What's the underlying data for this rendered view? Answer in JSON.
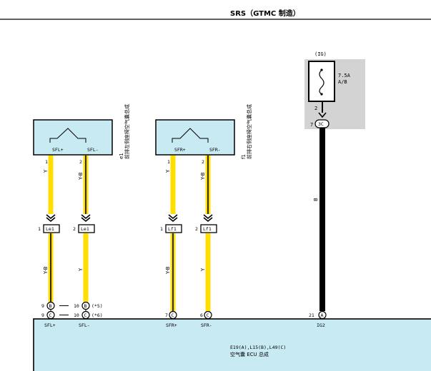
{
  "header": {
    "title": "SRS（GTMC 制造）"
  },
  "fuse": {
    "circuit": "(IG)",
    "rating": "7.5A",
    "name": "A/B",
    "pin": "2",
    "connector_pin": "7",
    "connector": "3C"
  },
  "sensors": [
    {
      "id": "e1",
      "name_line1": "前排左侧座椅空气囊总成",
      "id_label": "e1",
      "pin_plus_label": "SFL+",
      "pin_minus_label": "SFL-",
      "pin_plus_no": "1",
      "pin_minus_no": "2"
    },
    {
      "id": "f1",
      "name_line1": "前排右侧座椅空气囊总成",
      "id_label": "f1",
      "pin_plus_label": "SFR+",
      "pin_minus_label": "SFR-",
      "pin_plus_no": "1",
      "pin_minus_no": "2"
    }
  ],
  "wires": {
    "upper_plus": "Y",
    "upper_minus": "Y-B",
    "lower_plus": "Y-B",
    "lower_minus": "Y",
    "ig2": "B"
  },
  "junctions": [
    {
      "pin": "1",
      "label": "Le1"
    },
    {
      "pin": "2",
      "label": "Le1"
    },
    {
      "pin": "1",
      "label": "Lf1"
    },
    {
      "pin": "2",
      "label": "Lf1"
    }
  ],
  "ecu_pins": [
    {
      "row1_pin": "9",
      "row1_conn": "B",
      "row2_pin": "9",
      "row2_conn": "C",
      "label": "SFL+"
    },
    {
      "row1_pin": "10",
      "row1_conn": "B",
      "row1_note": "(*5)",
      "row2_pin": "10",
      "row2_conn": "C",
      "row2_note": "(*6)",
      "label": "SFL-"
    },
    {
      "row2_pin": "7",
      "row2_conn": "C",
      "label": "SFR+"
    },
    {
      "row2_pin": "6",
      "row2_conn": "C",
      "label": "SFR-"
    },
    {
      "row2_pin": "21",
      "row2_conn": "A",
      "label": "IG2"
    }
  ],
  "ecu": {
    "connectors": "E19(A),L15(B),L49(C)",
    "name": "空气囊 ECU 总成"
  },
  "colors": {
    "yellow": "#ffde00",
    "ecu_fill": "#c8eaf2",
    "fuse_bg": "#d3d3d3",
    "black": "#000000"
  }
}
